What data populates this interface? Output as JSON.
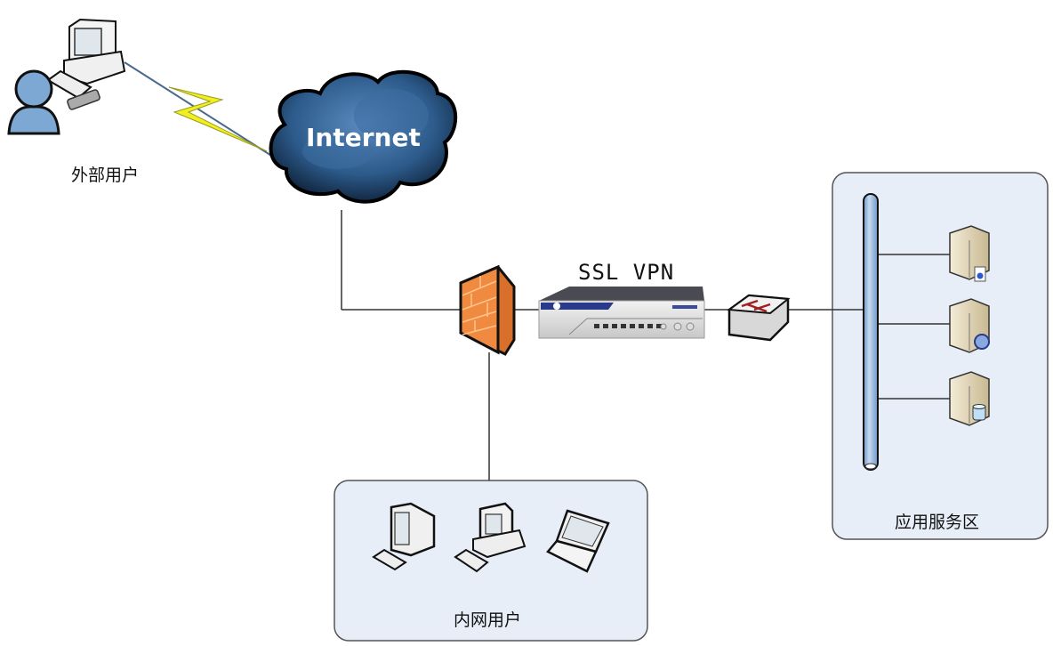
{
  "nodes": {
    "external_user": {
      "label": "外部用户",
      "icon": "user-with-computer-icon"
    },
    "internet": {
      "label": "Internet",
      "icon": "cloud-icon"
    },
    "firewall": {
      "label": "",
      "icon": "firewall-icon"
    },
    "ssl_vpn": {
      "label": "SSL  VPN",
      "icon": "vpn-appliance-icon"
    },
    "switch": {
      "label": "",
      "icon": "switch-icon"
    },
    "app_zone": {
      "label": "应用服务区",
      "servers": [
        {
          "icon": "web-server-icon"
        },
        {
          "icon": "application-server-icon"
        },
        {
          "icon": "database-server-icon"
        }
      ]
    },
    "internal_users": {
      "label": "内网用户",
      "devices": [
        {
          "icon": "crt-monitor-icon"
        },
        {
          "icon": "desktop-computer-icon"
        },
        {
          "icon": "laptop-icon"
        }
      ]
    }
  },
  "colors": {
    "zone_fill": "#e8eef8",
    "zone_border": "#555555",
    "link": "#333333",
    "lightning": "#f0f020",
    "firewall": "#f08a40",
    "bus": "#9dbde0",
    "cloud": "#2c5a8a"
  }
}
